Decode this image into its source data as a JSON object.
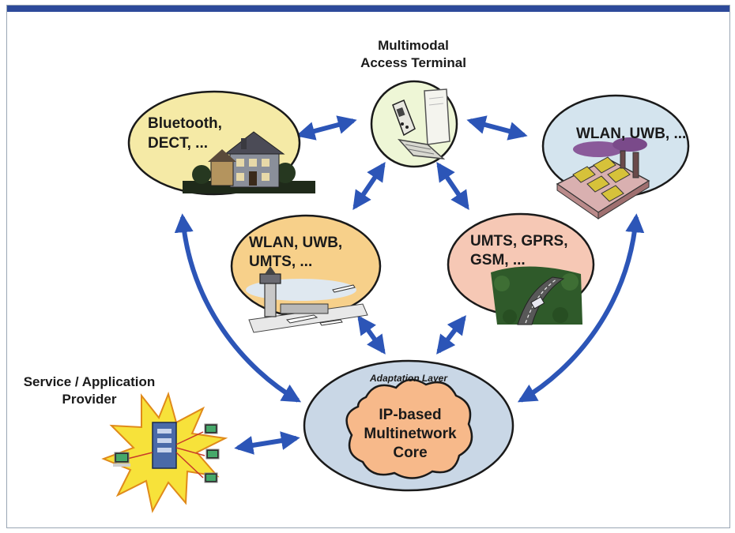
{
  "colors": {
    "frame_bar": "#2d4a9a",
    "arrow": "#2c55b7",
    "home_bubble": "#f5eaa6",
    "terminal_bubble": "#eef6d6",
    "factory_bubble": "#d4e4ee",
    "airport_bubble": "#f7d08a",
    "highway_bubble": "#f6c8b5",
    "adaptation_ellipse": "#c9d7e6",
    "core_cloud": "#f7b98a",
    "starburst": "#f7e23a"
  },
  "nodes": {
    "terminal": {
      "title_line1": "Multimodal",
      "title_line2": "Access Terminal",
      "icon": "laptop-with-phone-icon"
    },
    "home": {
      "line1": "Bluetooth,",
      "line2": "DECT, ...",
      "icon": "house-icon"
    },
    "factory": {
      "line1": "WLAN, UWB, ...",
      "icon": "factory-icon"
    },
    "airport": {
      "line1": "WLAN, UWB,",
      "line2": "UMTS, ...",
      "icon": "airport-icon"
    },
    "highway": {
      "line1": "UMTS, GPRS,",
      "line2": "GSM, ...",
      "icon": "highway-car-icon"
    },
    "core": {
      "layer_label": "Adaptation Layer",
      "line1": "IP-based",
      "line2": "Multinetwork",
      "line3": "Core"
    },
    "provider": {
      "title_line1": "Service / Application",
      "title_line2": "Provider",
      "icon": "server-network-icon"
    }
  }
}
